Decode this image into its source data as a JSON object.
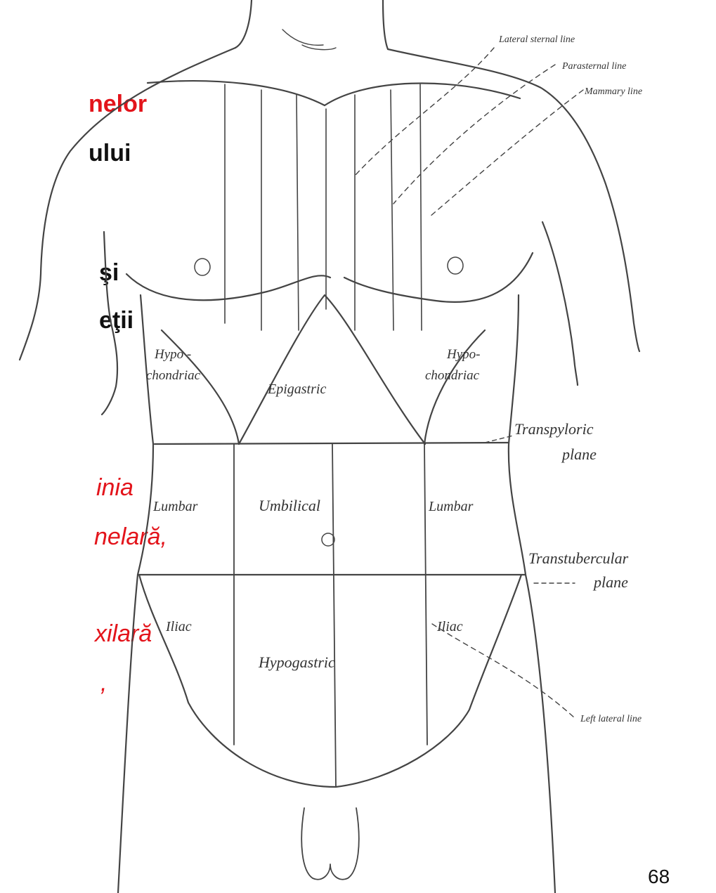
{
  "slide": {
    "left_text": [
      {
        "text": "nelor",
        "style": "bold-red"
      },
      {
        "text": "ului",
        "style": "bold-black"
      },
      {
        "text": "şi",
        "style": "bold-black"
      },
      {
        "text": "eţii",
        "style": "bold-black"
      },
      {
        "text": "inia",
        "style": "ital-red"
      },
      {
        "text": "nelară,",
        "style": "ital-red"
      },
      {
        "text": "xilară",
        "style": "ital-red"
      },
      {
        "text": ",",
        "style": "ital-red"
      }
    ],
    "page_number": "68"
  },
  "figure": {
    "regions": {
      "hypochondriac_right": [
        "Hypo -",
        "chondriac"
      ],
      "hypochondriac_left": [
        "Hypo-",
        "chondriac"
      ],
      "epigastric": "Epigastric",
      "lumbar_right": "Lumbar",
      "umbilical": "Umbilical",
      "lumbar_left": "Lumbar",
      "iliac_right": "Iliac",
      "iliac_left": "Iliac",
      "hypogastric": "Hypogastric"
    },
    "annotations": {
      "lateral_sternal_line": "Lateral sternal line",
      "parasternal_line": "Parasternal line",
      "mammary_line": "Mammary line",
      "transpyloric_plane": [
        "Transpyloric",
        "plane"
      ],
      "transtubercular_plane": [
        "Transtubercular",
        "plane"
      ],
      "left_lateral_line": "Left lateral line"
    },
    "colors": {
      "ink": "#444444",
      "text_red": "#e3141b"
    }
  }
}
